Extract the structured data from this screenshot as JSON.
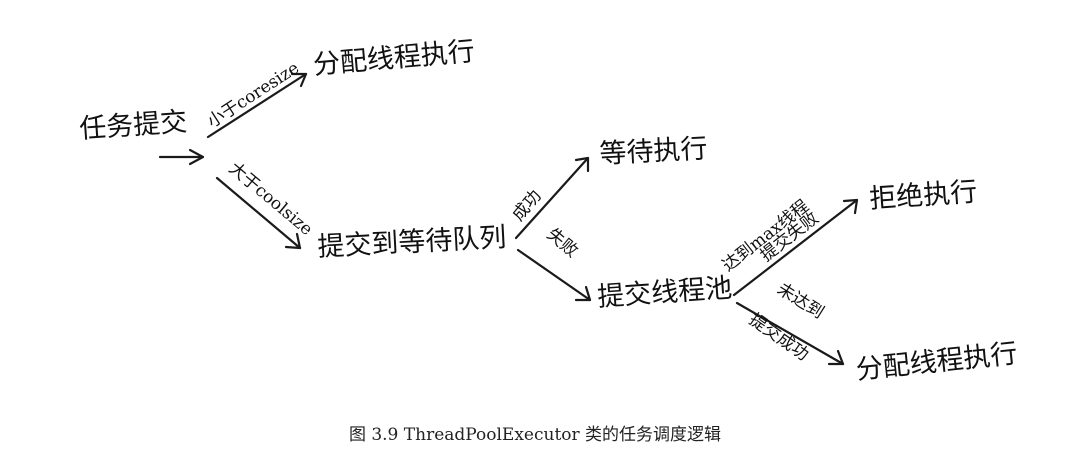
{
  "diagram": {
    "nodes": {
      "task_submit": "任务提交",
      "allocate_thread_top": "分配线程执行",
      "submit_to_queue": "提交到等待队列",
      "wait_execute": "等待执行",
      "submit_thread_pool": "提交线程池",
      "reject_execute": "拒绝执行",
      "allocate_thread_bottom": "分配线程执行"
    },
    "edges": {
      "lt_coresize": "小于coresize",
      "gt_coolsize": "大于coolsize",
      "success": "成功",
      "failure": "失败",
      "max_reached_1": "达到max线程",
      "max_reached_2": "提交失败",
      "not_reached": "未达到",
      "submit_success": "提交成功"
    }
  },
  "caption": "图 3.9 ThreadPoolExecutor 类的任务调度逻辑"
}
